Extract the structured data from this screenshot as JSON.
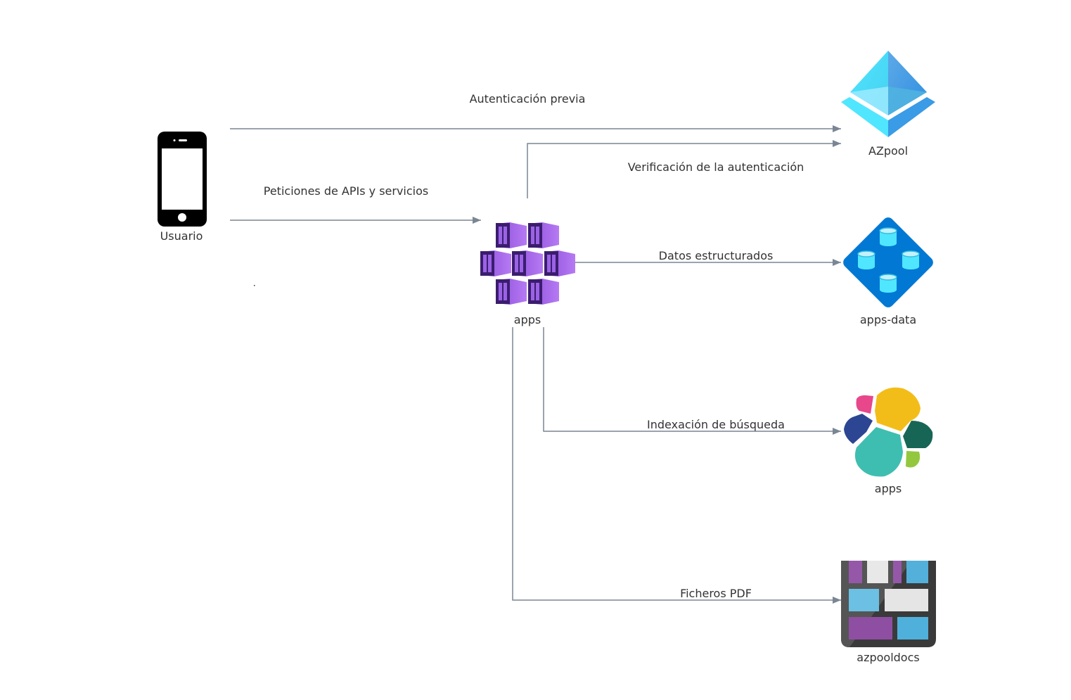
{
  "diagram": {
    "nodes": {
      "usuario": {
        "label": "Usuario",
        "icon": "mobile-phone-icon"
      },
      "apps_aks": {
        "label": "apps",
        "icon": "kubernetes-containers-icon"
      },
      "azpool": {
        "label": "AZpool",
        "icon": "azure-active-directory-icon"
      },
      "apps_data": {
        "label": "apps-data",
        "icon": "cosmos-database-icon"
      },
      "apps_search": {
        "label": "apps",
        "icon": "elasticsearch-icon"
      },
      "azpooldocs": {
        "label": "azpooldocs",
        "icon": "blob-storage-icon"
      }
    },
    "edges": {
      "auth_previa": {
        "label": "Autenticación previa",
        "from": "Usuario",
        "to": "AZpool"
      },
      "verificacion": {
        "label": "Verificación de la autenticación",
        "from": "apps",
        "to": "AZpool"
      },
      "peticiones": {
        "label": "Peticiones de APIs y servicios",
        "from": "Usuario",
        "to": "apps"
      },
      "datos": {
        "label": "Datos estructurados",
        "from": "apps",
        "to": "apps-data"
      },
      "indexacion": {
        "label": "Indexación de búsqueda",
        "from": "apps",
        "to": "apps"
      },
      "ficheros": {
        "label": "Ficheros PDF",
        "from": "apps",
        "to": "azpooldocs"
      }
    },
    "colors": {
      "edge": "#7a8694",
      "text": "#333333",
      "aks_purple": "#8a4fd8",
      "aad_cyan": "#50e6ff",
      "cosmos_blue": "#0078d4"
    }
  }
}
